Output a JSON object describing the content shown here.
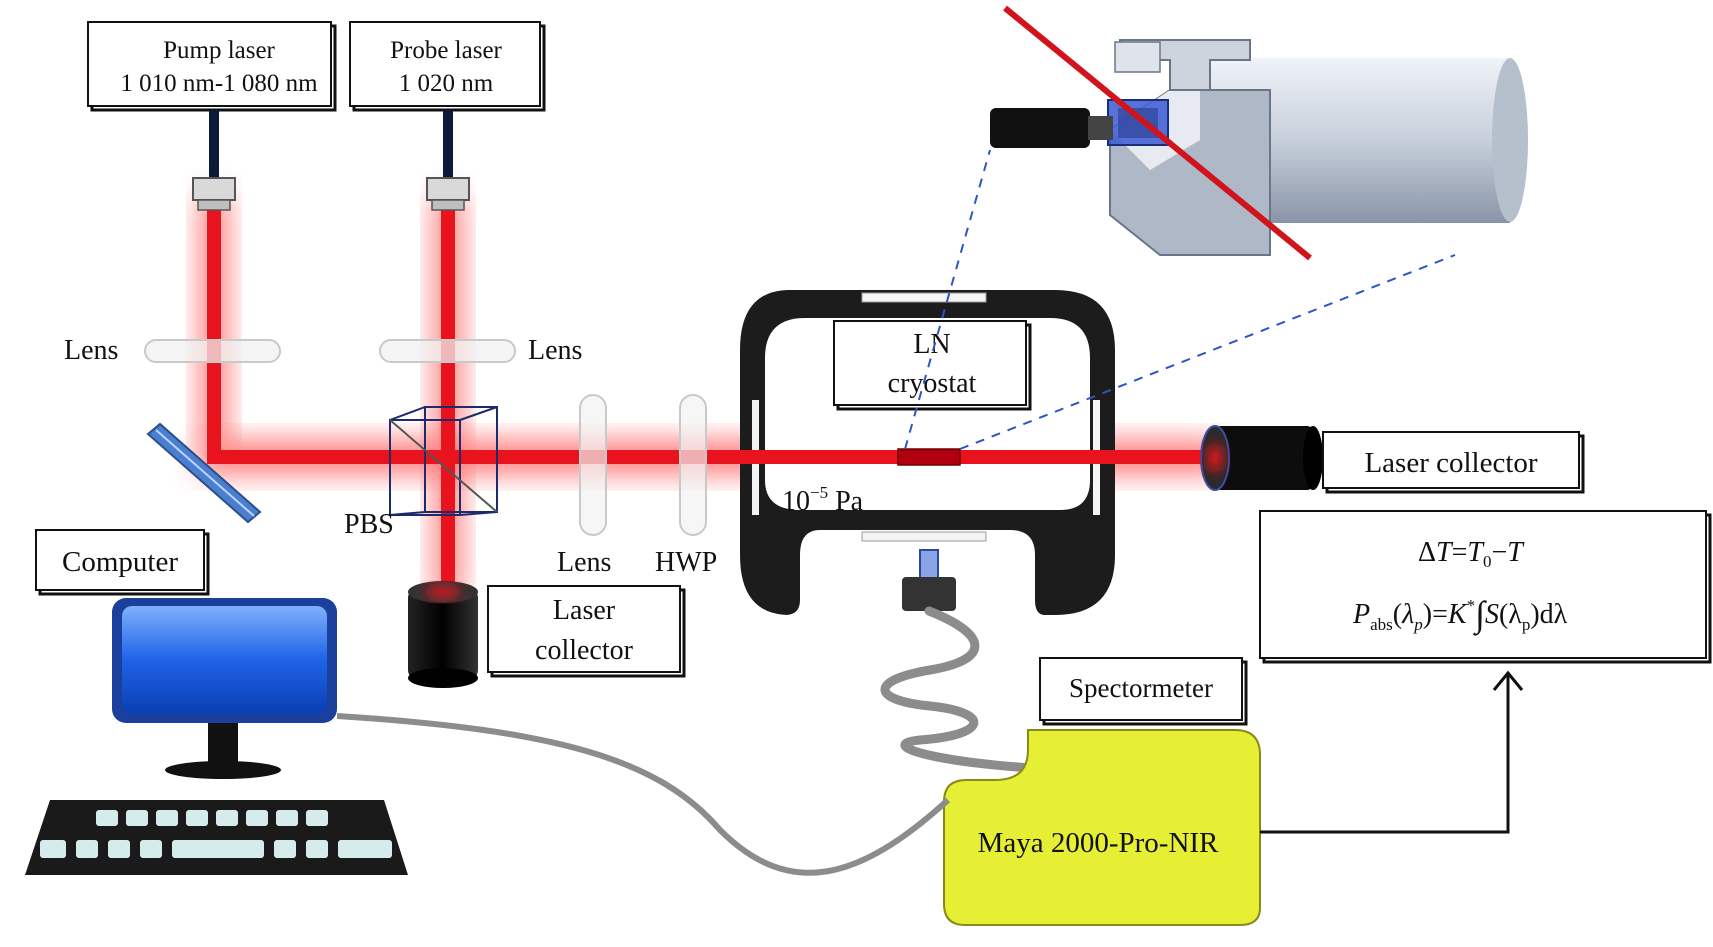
{
  "pump_laser": {
    "title": "Pump laser",
    "range": "1 010 nm-1 080 nm"
  },
  "probe_laser": {
    "title": "Probe laser",
    "wavelength": "1 020 nm"
  },
  "labels": {
    "lens_left": "Lens",
    "lens_right": "Lens",
    "lens_beam": "Lens",
    "hwp": "HWP",
    "pbs": "PBS",
    "computer": "Computer",
    "laser_collector_bottom_1": "Laser",
    "laser_collector_bottom_2": "collector",
    "laser_collector_right": "Laser collector",
    "cryostat_1": "LN",
    "cryostat_2": "cryostat",
    "pressure_base": "10",
    "pressure_exp": "−5",
    "pressure_unit": " Pa",
    "spectrometer": "Spectormeter",
    "spectrometer_model": "Maya 2000-Pro-NIR"
  },
  "formulas": {
    "f1_delta": "Δ",
    "f1_T": "T",
    "f1_eq": "=",
    "f1_T0": "T",
    "f1_zero": "0",
    "f1_minus": "−",
    "f1_T2": "T",
    "f2_P": "P",
    "f2_abs": "abs",
    "f2_open": "(",
    "f2_lambda": "λ",
    "f2_p": "p",
    "f2_close_eq": ")=",
    "f2_K": "K",
    "f2_star": "*",
    "f2_int": "∫",
    "f2_S": "S",
    "f2_open2": "(λ",
    "f2_p2": "p",
    "f2_tail": ")dλ"
  },
  "colors": {
    "laser": "#e8131c",
    "laser_glow": "#ff5a5a",
    "spectrometer_fill": "#e6ef33",
    "monitor_blue": "#1f63e6",
    "chamber": "#1c1c1c"
  },
  "icons": [
    "monitor-icon",
    "keyboard-icon",
    "sample-holder-icon",
    "fiber-connector-icon"
  ]
}
